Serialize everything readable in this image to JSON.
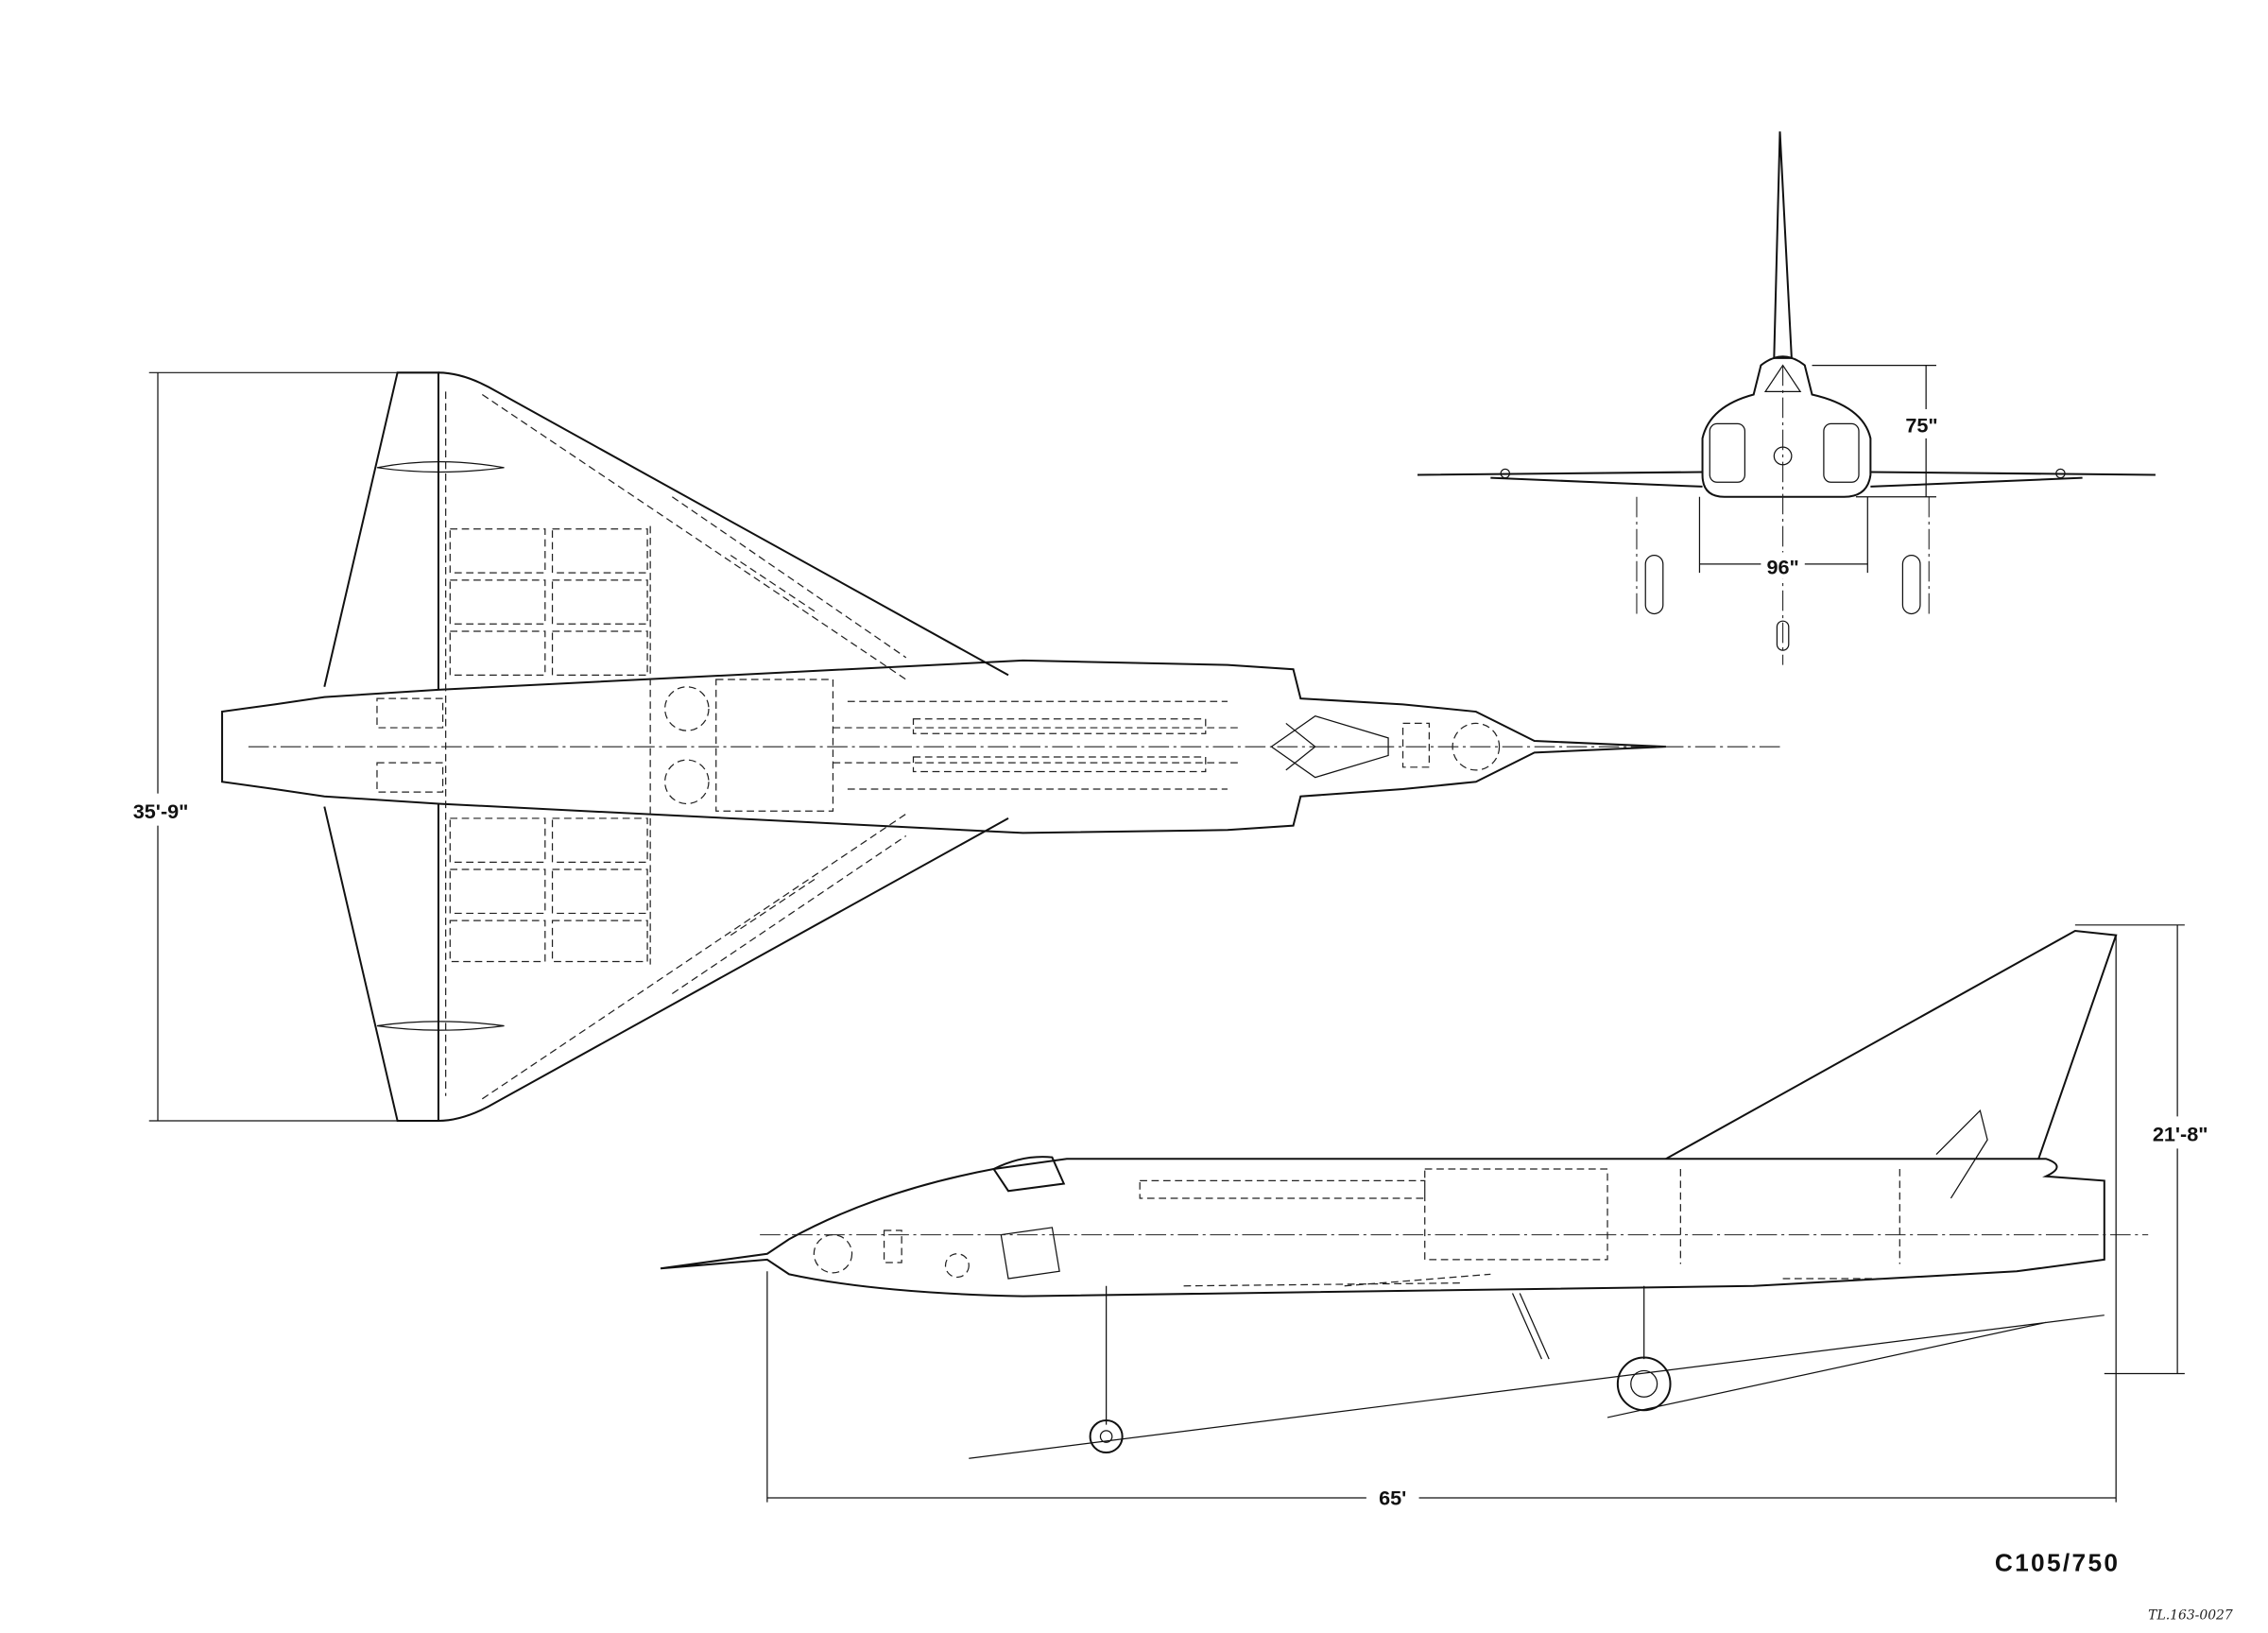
{
  "drawing": {
    "dimensions": {
      "span": "35'-9\"",
      "fuselage_height": "75\"",
      "fuselage_width": "96\"",
      "overall_height": "21'-8\"",
      "overall_length": "65'"
    },
    "title_block": {
      "drawing_number": "C105/750",
      "reference": "TL.163-0027"
    },
    "line_color": "#111111"
  }
}
